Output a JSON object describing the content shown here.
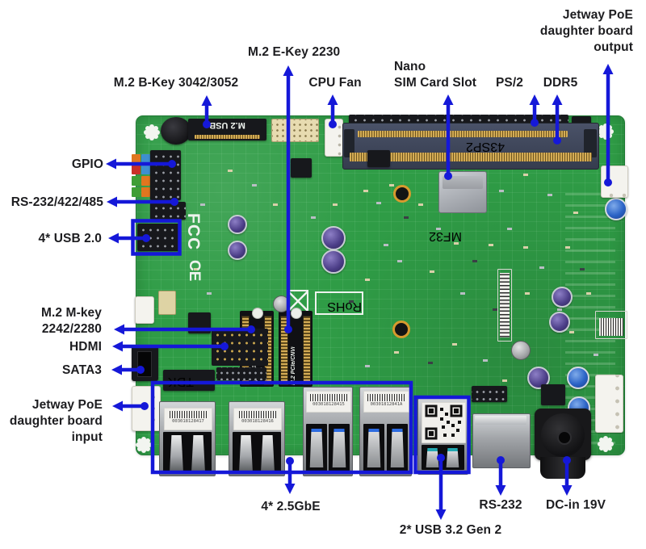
{
  "figure": {
    "background": "#ffffff",
    "accent_color": "#1518d8",
    "board_color": "#2f9c46"
  },
  "callouts": {
    "m2_bkey": {
      "label": "M.2 B-Key 3042/3052"
    },
    "m2_ekey": {
      "label": "M.2 E-Key 2230"
    },
    "cpu_fan": {
      "label": "CPU Fan"
    },
    "nano_sim": {
      "label": "Nano\nSIM Card Slot"
    },
    "ps2": {
      "label": "PS/2"
    },
    "ddr5": {
      "label": "DDR5"
    },
    "poe_output": {
      "label": "Jetway PoE\ndaughter board\noutput"
    },
    "gpio": {
      "label": "GPIO"
    },
    "rs232_422_485": {
      "label": "RS-232/422/485"
    },
    "usb20": {
      "label": "4* USB 2.0"
    },
    "m2_mkey": {
      "label": "M.2 M-key\n2242/2280"
    },
    "hdmi": {
      "label": "HDMI"
    },
    "sata3": {
      "label": "SATA3"
    },
    "poe_input": {
      "label": "Jetway PoE\ndaughter board\ninput"
    },
    "gbe": {
      "label": "4* 2.5GbE"
    },
    "usb32": {
      "label": "2* USB 3.2 Gen 2"
    },
    "rs232": {
      "label": "RS-232"
    },
    "dc_in": {
      "label": "DC-in 19V"
    }
  },
  "board_markings": {
    "m2_usb_slot": "M.2 USB",
    "dimm_slot": "43SP2",
    "rohs": "RoHS",
    "fcc": "FCC",
    "ce": "CE",
    "m2_slot_pcie": "M.2 PCIe",
    "m2_slot_cnvi": "M.2 PCIe/CNVi",
    "tdk_chip": "TDK",
    "model": "MF32"
  },
  "port_stickers": {
    "lan1": "003018128417",
    "lan2": "003018128416",
    "lan3": "003018128415",
    "lan4": "00301812841A"
  }
}
